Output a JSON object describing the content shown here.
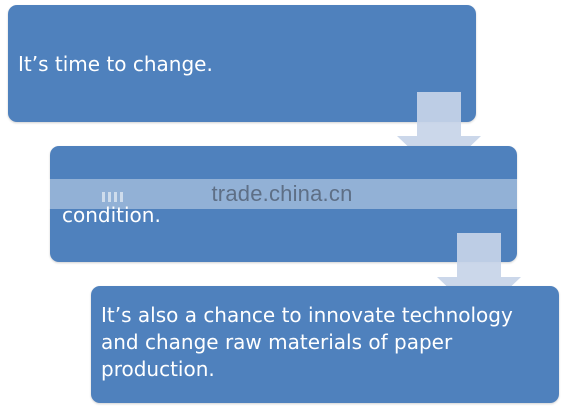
{
  "diagram": {
    "steps": [
      {
        "text": "It’s time to change."
      },
      {
        "text": "condition."
      },
      {
        "text": "It’s also a chance to innovate technology and change raw materials of paper production."
      }
    ]
  },
  "watermark": {
    "text": "trade.china.cn"
  },
  "colors": {
    "box": "#4f81bd",
    "arrow": "#c7d4e8",
    "text": "#ffffff"
  }
}
